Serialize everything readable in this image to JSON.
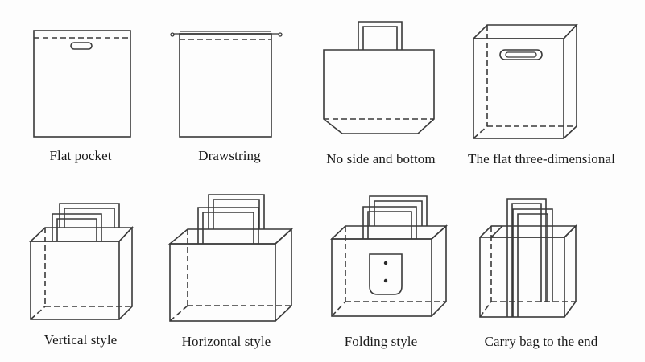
{
  "bag_types": [
    {
      "id": "flat-pocket",
      "caption": "Flat pocket",
      "icon": "flat-pocket-bag-icon"
    },
    {
      "id": "drawstring",
      "caption": "Drawstring",
      "icon": "drawstring-bag-icon"
    },
    {
      "id": "no-side-bottom",
      "caption": "No side and bottom",
      "icon": "no-side-bottom-bag-icon"
    },
    {
      "id": "flat-3d",
      "caption": "The flat three-dimensional",
      "icon": "flat-3d-bag-icon"
    },
    {
      "id": "vertical",
      "caption": "Vertical style",
      "icon": "vertical-bag-icon"
    },
    {
      "id": "horizontal",
      "caption": "Horizontal style",
      "icon": "horizontal-bag-icon"
    },
    {
      "id": "folding",
      "caption": "Folding style",
      "icon": "folding-bag-icon"
    },
    {
      "id": "carry-to-end",
      "caption": "Carry bag to the end",
      "icon": "carry-to-end-bag-icon"
    }
  ],
  "colors": {
    "line": "#3a3a3a",
    "background": "#fdfdfd",
    "text": "#1a1a1a"
  }
}
